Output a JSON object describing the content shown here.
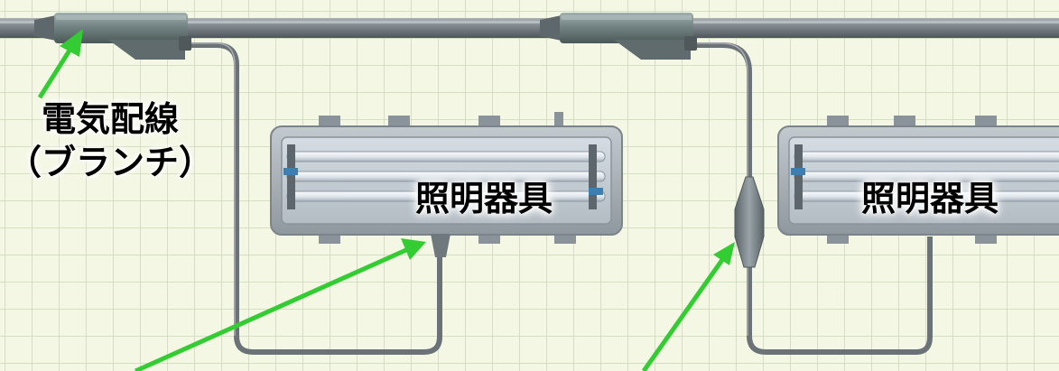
{
  "labels": {
    "electrical_wiring": "電気配線",
    "branch": "（ブランチ）",
    "fixture_1": "照明器具",
    "fixture_2": "照明器具"
  },
  "colors": {
    "background": "#f4f7e4",
    "grid": "#d0dcbc",
    "pipe": "#747b80",
    "fixture_body": "#9aa3a9",
    "arrow": "#33cc33"
  }
}
